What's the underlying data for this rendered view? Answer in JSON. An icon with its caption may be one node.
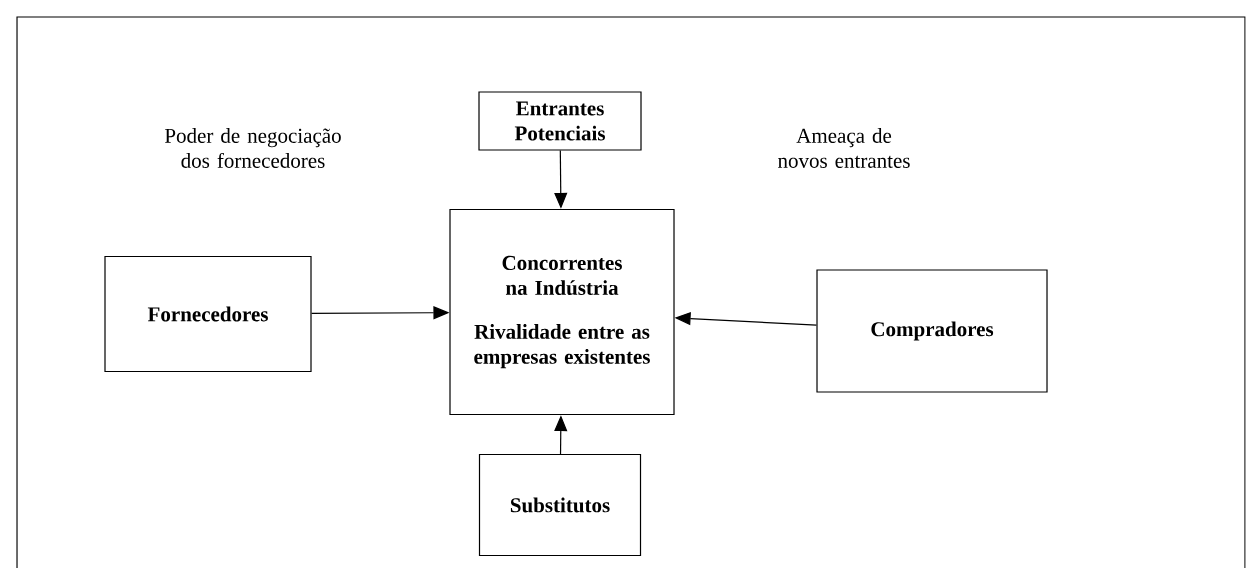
{
  "diagram": {
    "nodes": [
      {
        "text": [
          "Entrantes Potenciais"
        ]
      },
      {
        "text": [
          "Concorrentes na Indústria",
          "Rivalidade entre as empresas existentes"
        ]
      },
      {
        "text": [
          "Fornecedores"
        ]
      },
      {
        "text": [
          "Compradores"
        ]
      },
      {
        "text": [
          "Substitutos"
        ]
      }
    ],
    "edges": [
      {
        "from": 0,
        "to": 1,
        "arrow": "to"
      },
      {
        "from": 2,
        "to": 1,
        "arrow": "to"
      },
      {
        "from": 3,
        "to": 1,
        "arrow": "to"
      },
      {
        "from": 4,
        "to": 1,
        "arrow": "to"
      }
    ],
    "labels": [
      "Poder de negociação dos fornecedores",
      "Ameaça de novos entrantes"
    ]
  }
}
